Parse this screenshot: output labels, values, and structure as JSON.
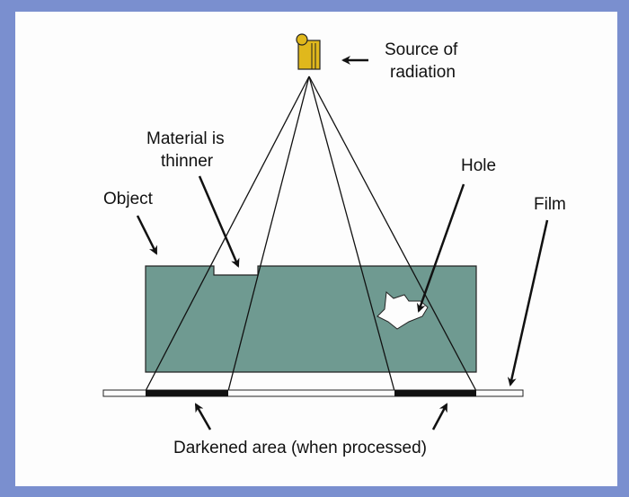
{
  "diagram": {
    "title": "Radiography principle",
    "labels": {
      "source_line1": "Source of",
      "source_line2": "radiation",
      "material_line1": "Material is",
      "material_line2": "thinner",
      "hole": "Hole",
      "object": "Object",
      "film": "Film",
      "darkened": "Darkened area (when processed)"
    },
    "colors": {
      "frame": "#7a8fcf",
      "background": "#fdfdfd",
      "object_fill": "#6f9a91",
      "source_fill": "#e0b81c",
      "film_dark": "#111111",
      "line": "#111111"
    },
    "components": [
      "source-of-radiation",
      "object",
      "thinner-material-notch",
      "hole",
      "film",
      "darkened-areas"
    ]
  }
}
